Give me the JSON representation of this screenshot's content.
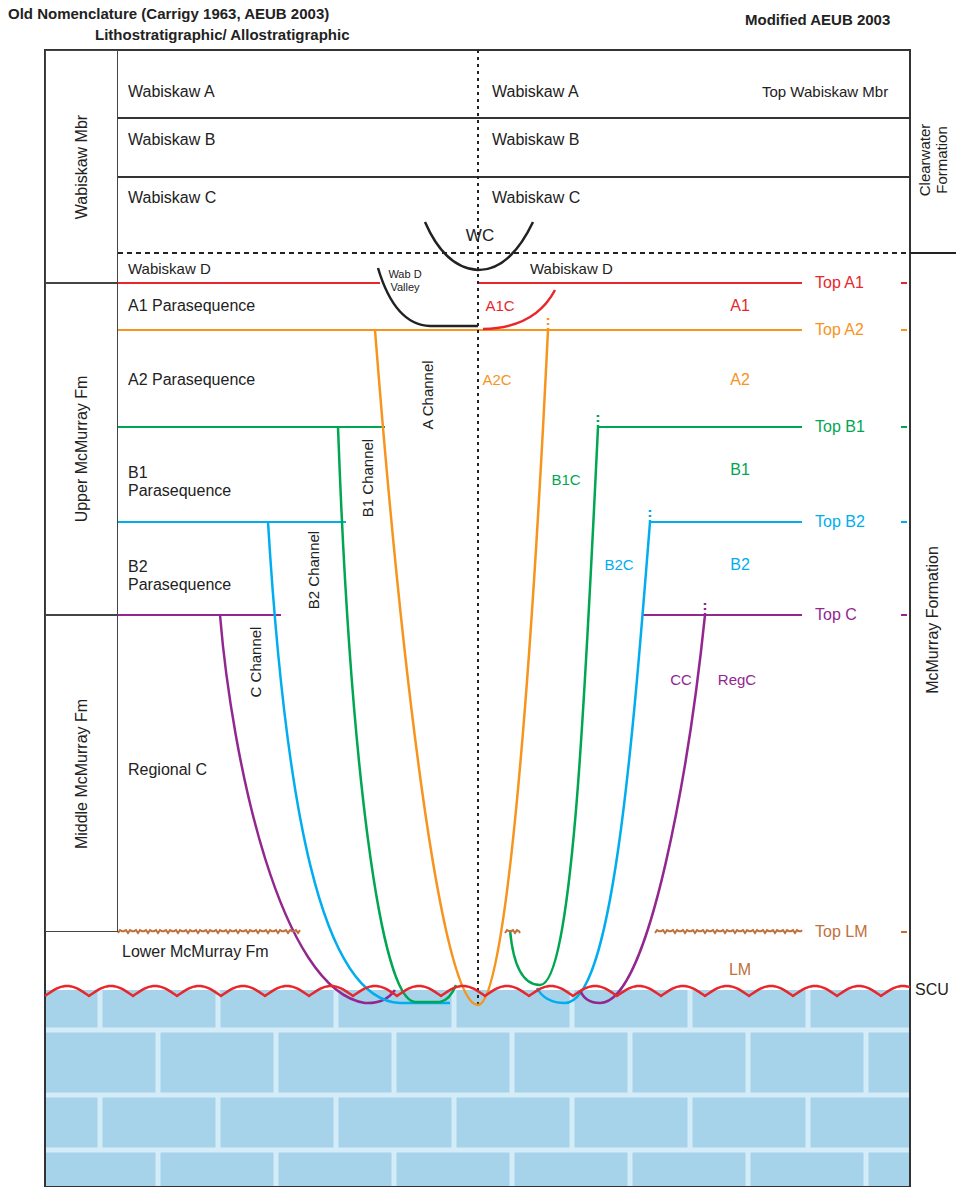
{
  "diagram": {
    "nodes": [
      {
        "text": [
          "Wabiskaw Mbr"
        ]
      },
      {
        "text": [
          "Upper McMurray Fm"
        ]
      },
      {
        "text": [
          "Middle McMurray Fm"
        ]
      }
    ],
    "labels": [
      "Old Nomenclature (Carrigy 1963, AEUB 2003)",
      "Lithostratigraphic/ Allostratigraphic",
      "Modified AEUB 2003",
      "Wabiskaw A",
      "Wabiskaw B",
      "Wabiskaw C",
      "Wabiskaw D",
      "A1 Parasequence",
      "A2 Parasequence",
      "B1 Parasequence",
      "B2 Parasequence",
      "Regional C",
      "Lower McMurray Fm",
      "C Channel",
      "B2 Channel",
      "B1 Channel",
      "A Channel",
      "WC",
      "Wab D Valley",
      "A1C",
      "A2C",
      "B1C",
      "B2C",
      "CC",
      "RegC",
      "Wabiskaw A",
      "Wabiskaw B",
      "Wabiskaw C",
      "Wabiskaw D",
      "Top Wabiskaw Mbr",
      "A1",
      "A2",
      "B1",
      "B2",
      "LM",
      "Top A1",
      "Top A2",
      "Top B1",
      "Top B2",
      "Top C",
      "Top LM",
      "SCU",
      "Clearwater Formation",
      "McMurray Formation"
    ]
  }
}
